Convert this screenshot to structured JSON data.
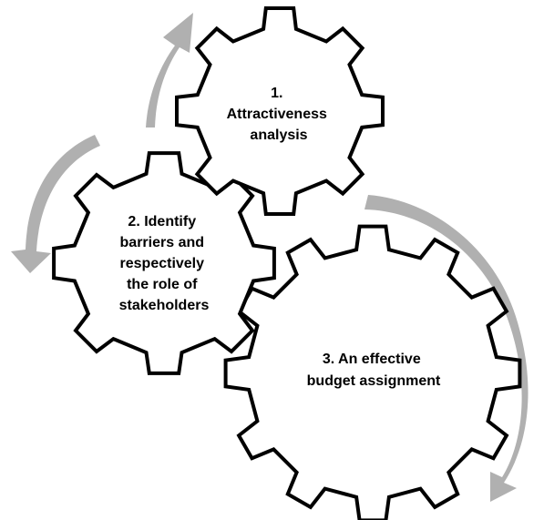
{
  "diagram": {
    "steps": [
      {
        "label_lines": [
          "1.",
          "Attractiveness",
          "analysis"
        ]
      },
      {
        "label_lines": [
          "2. Identify",
          "barriers and",
          "respectively",
          "the role of",
          "stakeholders"
        ]
      },
      {
        "label_lines": [
          "3. An effective",
          "budget assignment"
        ]
      }
    ],
    "colors": {
      "gear_fill": "#ffffff",
      "gear_outline": "#000000",
      "arrow": "#b0b0b0"
    }
  }
}
